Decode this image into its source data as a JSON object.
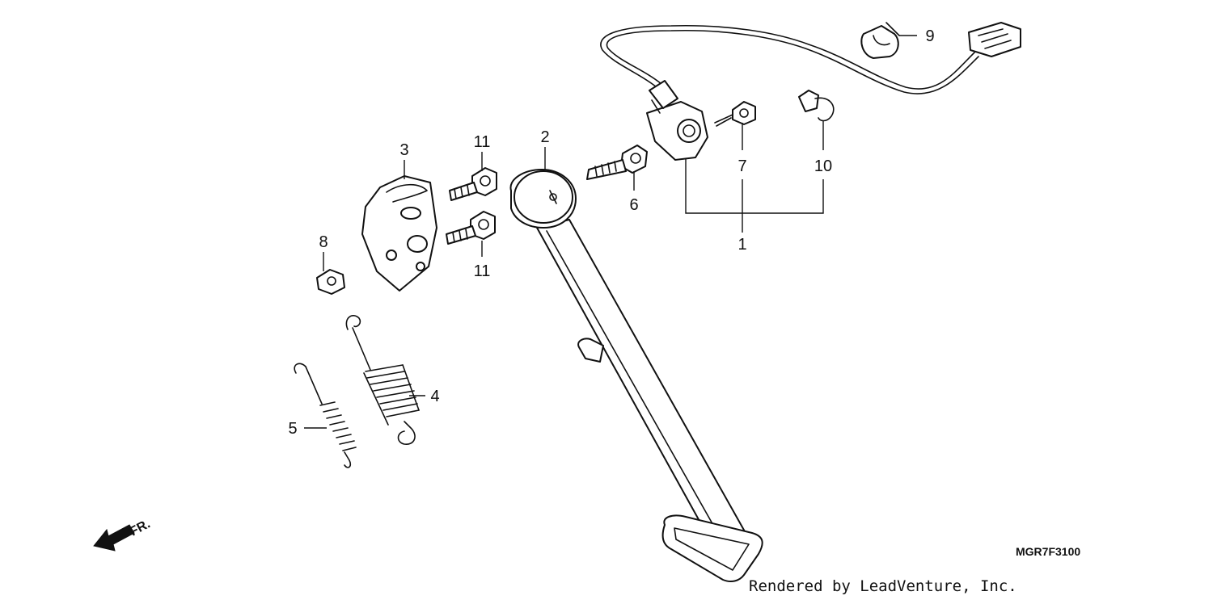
{
  "diagram": {
    "drawing_code": "MGR7F3100",
    "credit": "Rendered by LeadVenture, Inc.",
    "front_arrow_label": "FR.",
    "callouts": {
      "c1": "1",
      "c2": "2",
      "c3": "3",
      "c4": "4",
      "c5": "5",
      "c6": "6",
      "c7": "7",
      "c8": "8",
      "c9": "9",
      "c10": "10",
      "c11a": "11",
      "c11b": "11"
    }
  }
}
